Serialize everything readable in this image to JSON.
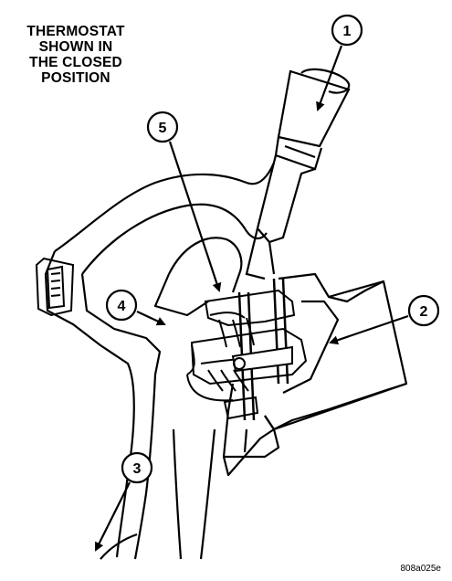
{
  "title_lines": [
    "THERMOSTAT",
    "SHOWN IN",
    "THE CLOSED",
    "POSITION"
  ],
  "callouts": {
    "c1": "1",
    "c2": "2",
    "c3": "3",
    "c4": "4",
    "c5": "5"
  },
  "figure_code": "808a025e"
}
